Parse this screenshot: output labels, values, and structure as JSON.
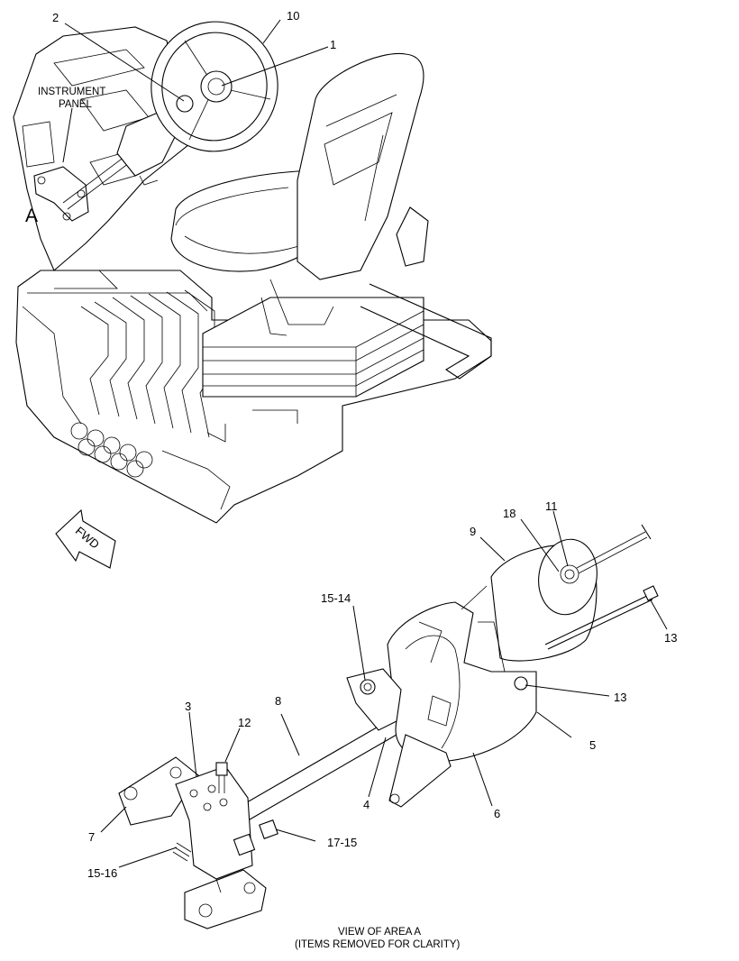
{
  "callouts": {
    "c1": "1",
    "c2": "2",
    "c10": "10",
    "c18": "18",
    "c11": "11",
    "c9": "9",
    "c13a": "13",
    "c13b": "13",
    "c15_14": "15-14",
    "c8": "8",
    "c3": "3",
    "c12": "12",
    "c5": "5",
    "c4": "4",
    "c6": "6",
    "c7": "7",
    "c17_15": "17-15",
    "c15_16": "15-16"
  },
  "labels": {
    "instrument_line1": "INSTRUMENT",
    "instrument_line2": "PANEL",
    "view_marker": "A",
    "fwd": "FWD",
    "caption_line1": "VIEW OF AREA  A",
    "caption_line2": "(ITEMS REMOVED FOR CLARITY)"
  }
}
